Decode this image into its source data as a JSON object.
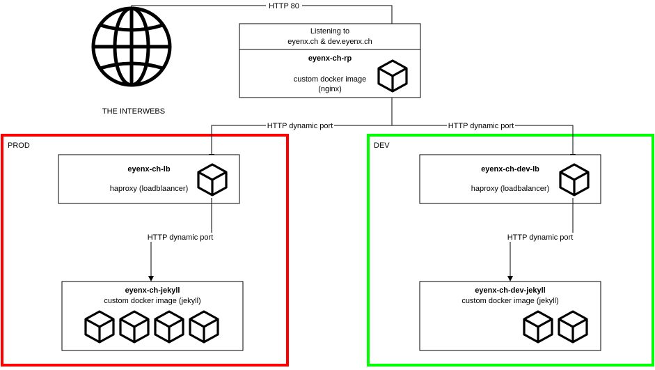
{
  "internet": {
    "label": "THE INTERWEBS"
  },
  "edges": {
    "internet_to_rp": "HTTP 80",
    "rp_to_prod_lb": "HTTP dynamic port",
    "rp_to_dev_lb": "HTTP dynamic port",
    "prod_lb_to_jekyll": "HTTP dynamic port",
    "dev_lb_to_jekyll": "HTTP dynamic port"
  },
  "reverse_proxy": {
    "header_line1": "Listening to",
    "header_line2": "eyenx.ch & dev.eyenx.ch",
    "name": "eyenx-ch-rp",
    "desc_line1": "custom docker image",
    "desc_line2": "(nginx)"
  },
  "prod": {
    "label": "PROD",
    "border_color": "#ff0000",
    "lb": {
      "name": "eyenx-ch-lb",
      "desc": "haproxy (loadblaancer)"
    },
    "jekyll": {
      "name": "eyenx-ch-jekyll",
      "desc": "custom docker image (jekyll)",
      "containers": 4
    }
  },
  "dev": {
    "label": "DEV",
    "border_color": "#00ff00",
    "lb": {
      "name": "eyenx-ch-dev-lb",
      "desc": "haproxy (loadbalancer)"
    },
    "jekyll": {
      "name": "eyenx-ch-dev-jekyll",
      "desc": "custom docker image (jekyll)",
      "containers": 2
    }
  }
}
